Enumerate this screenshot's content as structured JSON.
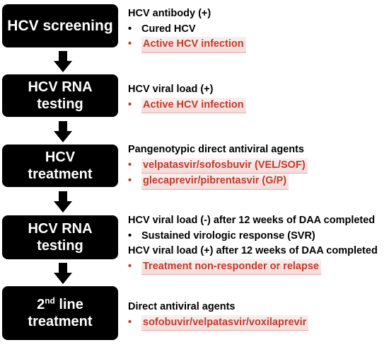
{
  "boxes": [
    {
      "lines": [
        "HCV screening"
      ]
    },
    {
      "lines": [
        "HCV RNA",
        "testing"
      ]
    },
    {
      "lines": [
        "HCV",
        "treatment"
      ]
    },
    {
      "lines": [
        "HCV RNA",
        "testing"
      ]
    },
    {
      "ordinal": "2",
      "ordinal_suffix": "nd",
      "line1_rest": " line",
      "line2": "treatment"
    }
  ],
  "info": [
    {
      "heading": "HCV antibody (+)",
      "items": [
        {
          "text": "Cured HCV",
          "color": "black"
        },
        {
          "text": "Active HCV infection",
          "color": "red"
        }
      ]
    },
    {
      "heading": "HCV viral load (+)",
      "items": [
        {
          "text": "Active HCV infection",
          "color": "red"
        }
      ]
    },
    {
      "heading": "Pangenotypic direct antiviral agents",
      "items": [
        {
          "text": "velpatasvir/sofosbuvir (VEL/SOF)",
          "color": "red"
        },
        {
          "text": "glecaprevir/pibrentasvir (G/P)",
          "color": "red"
        }
      ]
    },
    {
      "heading": "HCV viral load (-) after 12 weeks of DAA completed",
      "items": [
        {
          "text": "Sustained virologic response (SVR)",
          "color": "black"
        }
      ],
      "heading2": "HCV viral load (+) after 12 weeks of DAA completed",
      "items2": [
        {
          "text": "Treatment non-responder or relapse",
          "color": "red"
        }
      ]
    },
    {
      "heading": "Direct antiviral agents",
      "items": [
        {
          "text": "sofobuvir/velpatasvir/voxilaprevir",
          "color": "red"
        }
      ]
    }
  ],
  "bullet_glyph": "•",
  "colors": {
    "box": "#000000",
    "box_text": "#ffffff",
    "red": "#c0392b",
    "text": "#000000"
  }
}
